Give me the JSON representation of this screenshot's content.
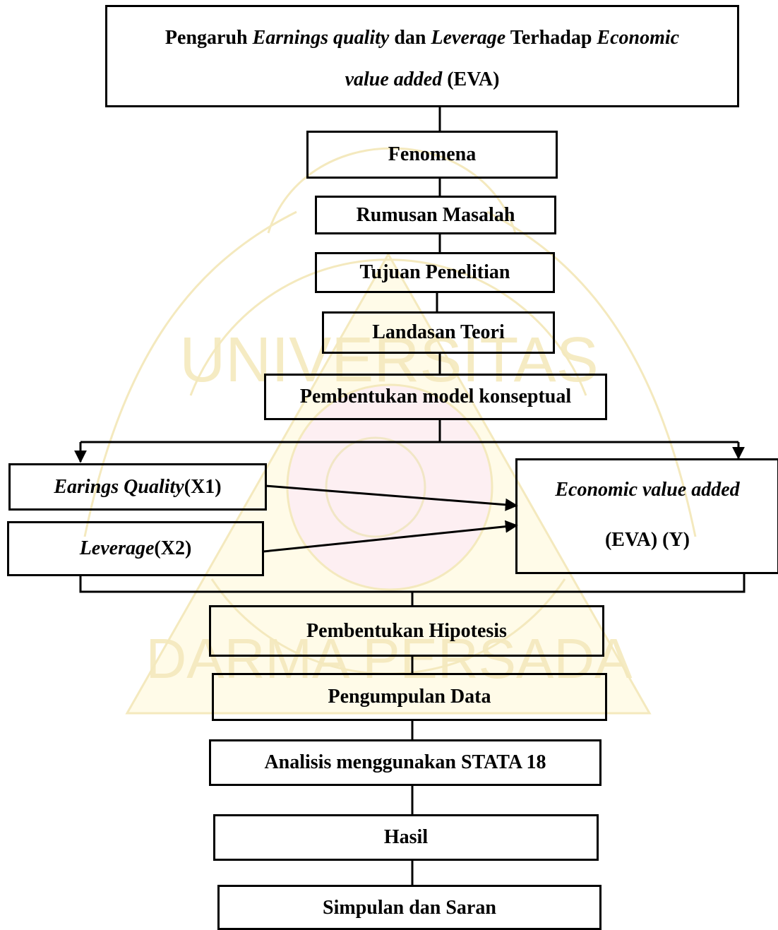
{
  "title": {
    "line1": [
      {
        "text": "Pengaruh",
        "italic": false
      },
      {
        "text": "Earnings quality",
        "italic": true
      },
      {
        "text": "dan",
        "italic": false
      },
      {
        "text": "Leverage",
        "italic": true
      },
      {
        "text": "Terhadap",
        "italic": false
      },
      {
        "text": "Economic",
        "italic": true
      }
    ],
    "line2": [
      {
        "text": "value added",
        "italic": true
      },
      {
        "text": "(EVA)",
        "italic": false
      }
    ]
  },
  "steps_top": {
    "fenomena": "Fenomena",
    "rumusan": "Rumusan Masalah",
    "tujuan": "Tujuan Penelitian",
    "landasan": "Landasan Teori",
    "model": "Pembentukan model konseptual"
  },
  "variables": {
    "x1": {
      "italic": "Earings Quality",
      "plain": "(X1)"
    },
    "x2": {
      "italic": "Leverage",
      "plain": "(X2)"
    },
    "y": {
      "line1": "Economic value added",
      "line2": "(EVA) (Y)"
    }
  },
  "steps_bottom": {
    "hipotesis": "Pembentukan Hipotesis",
    "pengumpulan": "Pengumpulan Data",
    "analisis": "Analisis menggunakan STATA 18",
    "hasil": "Hasil",
    "simpulan": "Simpulan dan Saran"
  },
  "watermark": {
    "arc_text": "UNIVERSITAS",
    "bottom_text": "DARMA PERSADA",
    "colors": {
      "yellow": "#fff7cf",
      "pink": "#fde6ea",
      "line": "#f2e6b4"
    }
  }
}
